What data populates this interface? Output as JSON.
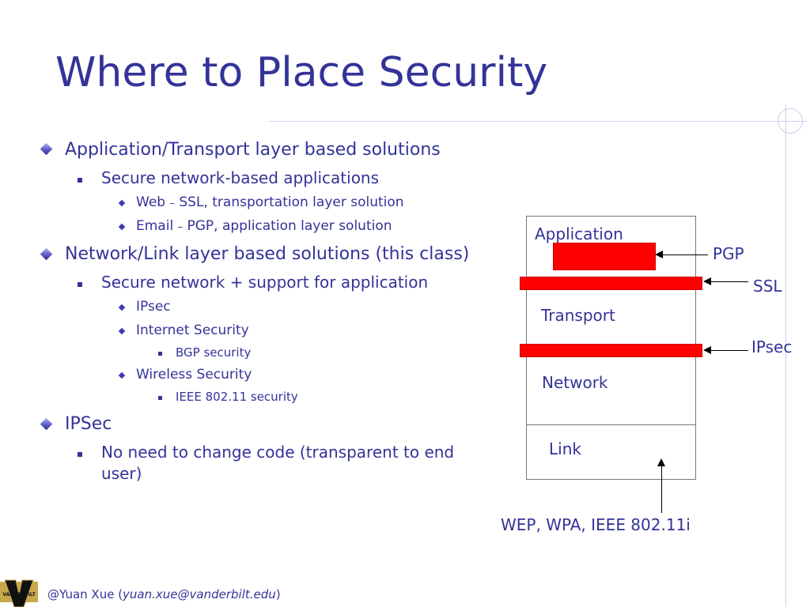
{
  "slide": {
    "title": "Where to Place Security"
  },
  "bullets": [
    {
      "text": "Application/Transport layer based solutions"
    },
    {
      "text": "Secure network-based applications"
    },
    {
      "lead": "Web",
      "dash": "–",
      "rest": "SSL, transportation layer solution"
    },
    {
      "lead": "Email",
      "dash": "–",
      "rest": "PGP, application layer solution"
    },
    {
      "text": "Network/Link layer based solutions (this class)"
    },
    {
      "text": "Secure network + support for application"
    },
    {
      "text": "IPsec"
    },
    {
      "text": "Internet Security"
    },
    {
      "text": "BGP security"
    },
    {
      "text": "Wireless Security"
    },
    {
      "text": "IEEE 802.11 security"
    },
    {
      "text": "IPSec"
    },
    {
      "text": "No need to change code (transparent to end"
    },
    {
      "text": "user)"
    }
  ],
  "diagram": {
    "layers": [
      "Application",
      "Transport",
      "Network",
      "Link"
    ],
    "protocols": [
      "PGP",
      "SSL",
      "IPsec"
    ],
    "link_caption": "WEP, WPA, IEEE 802.11i",
    "colors": {
      "marker": "#ff0000",
      "text": "#333399"
    }
  },
  "footer": {
    "author": "@Yuan Xue (",
    "email": "yuan.xue@vanderbilt.edu",
    "close": ")"
  },
  "logo": {
    "letter": "V",
    "word": "VANDERBILT"
  }
}
